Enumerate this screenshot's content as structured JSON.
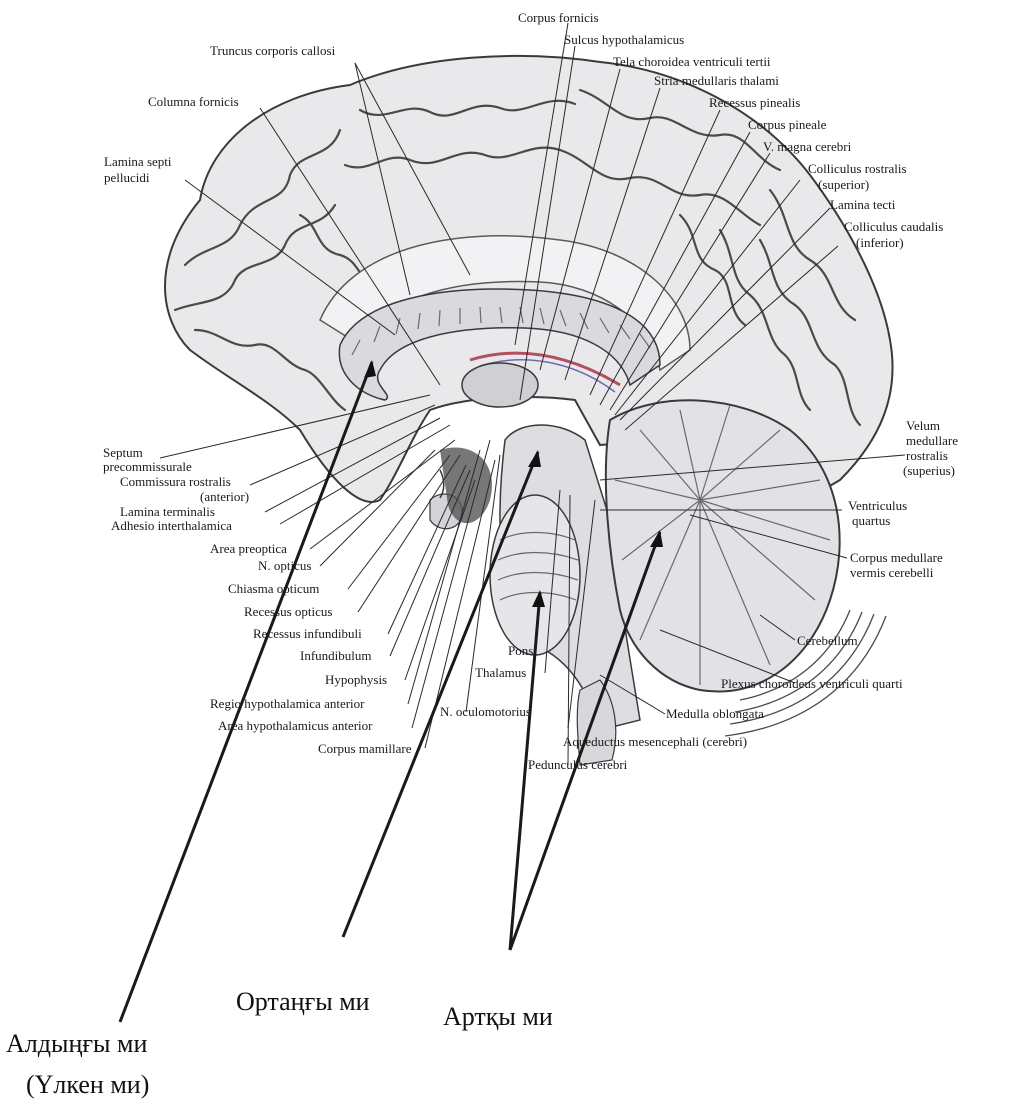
{
  "labels": {
    "truncus": "Truncus corporis callosi",
    "columna": "Columna fornicis",
    "lamina_septi_1": "Lamina septi",
    "lamina_septi_2": "pellucidi",
    "corpus_fornicis": "Corpus fornicis",
    "sulcus": "Sulcus hypothalamicus",
    "tela": "Tela choroidea ventriculi tertii",
    "stria": "Stria medullaris thalami",
    "recessus_pinealis": "Recessus pinealis",
    "corpus_pineale": "Corpus pineale",
    "v_magna": "V. magna cerebri",
    "coll_rostralis_1": "Colliculus rostralis",
    "coll_rostralis_2": "(superior)",
    "lamina_tecti": "Lamina tecti",
    "coll_caudalis_1": "Colliculus caudalis",
    "coll_caudalis_2": "(inferior)",
    "septum_1": "Septum",
    "septum_2": "precommissurale",
    "commissura_1": "Commissura rostralis",
    "commissura_2": "(anterior)",
    "lamina_terminalis": "Lamina terminalis",
    "adhesio": "Adhesio interthalamica",
    "area_preoptica": "Area preoptica",
    "n_opticus": "N. opticus",
    "chiasma": "Chiasma opticum",
    "recessus_opticus": "Recessus opticus",
    "recessus_infundibuli": "Recessus infundibuli",
    "infundibulum": "Infundibulum",
    "hypophysis": "Hypophysis",
    "regio": "Regio hypothalamica anterior",
    "area_hypo": "Area hypothalamicus anterior",
    "corpus_mamillare": "Corpus mamillare",
    "n_oculomotorius": "N. oculomotorius",
    "pons": "Pons",
    "thalamus": "Thalamus",
    "aqueductus": "Aqueductus mesencephali (cerebri)",
    "pedunculus": "Pedunculus cerebri",
    "medulla": "Medulla oblongata",
    "plexus": "Plexus choroideus ventriculi quarti",
    "cerebellum": "Cerebellum",
    "velum_1": "Velum",
    "velum_2": "medullare",
    "velum_3": "rostralis",
    "velum_4": "(superius)",
    "ventriculus_1": "Ventriculus",
    "ventriculus_2": "quartus",
    "corpus_medullare_1": "Corpus medullare",
    "corpus_medullare_2": "vermis cerebelli"
  },
  "regions": {
    "forebrain_1": "Алдыңғы ми",
    "forebrain_2": "(Үлкен ми)",
    "midbrain": "Ортаңғы ми",
    "hindbrain": "Артқы ми"
  }
}
